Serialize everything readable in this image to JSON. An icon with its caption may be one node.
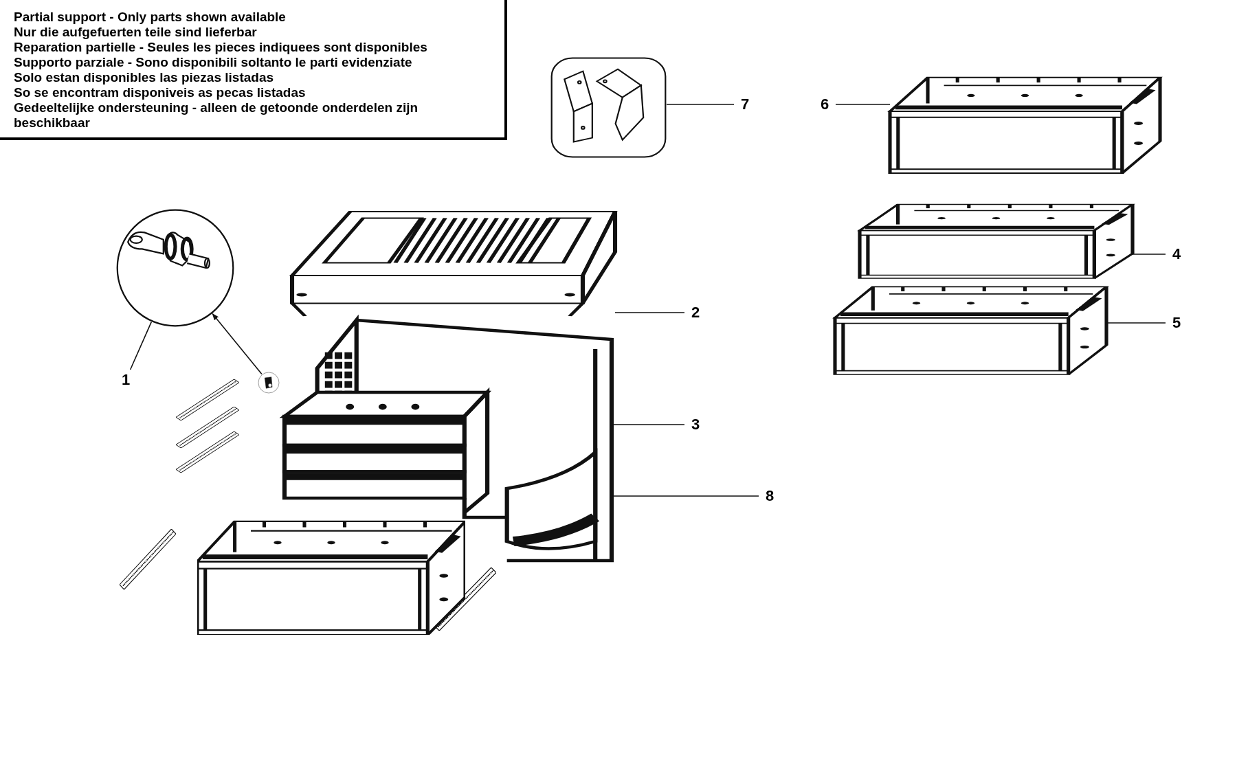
{
  "diagram": {
    "nodes": [
      {
        "text": [
          "Partial support - Only parts shown available",
          "Nur die aufgefuerten teile sind lieferbar",
          "Reparation partielle - Seules les pieces indiquees sont disponibles",
          "Supporto parziale - Sono disponibili soltanto le parti evidenziate",
          "Solo estan disponibles las piezas listadas",
          "So se encontram disponiveis as pecas listadas",
          "Gedeeltelijke ondersteuning - alleen de getoonde onderdelen zijn beschikbaar"
        ]
      },
      {
        "text": [],
        "shape": "picture"
      },
      {
        "text": [],
        "shape": "picture"
      },
      {
        "text": [],
        "shape": "picture"
      },
      {
        "text": [],
        "shape": "picture"
      },
      {
        "text": [],
        "shape": "picture"
      },
      {
        "text": [],
        "shape": "picture"
      },
      {
        "text": [],
        "shape": "picture"
      },
      {
        "text": [],
        "shape": "picture"
      },
      {
        "text": [
          "1"
        ]
      },
      {
        "text": [
          "2"
        ]
      },
      {
        "text": [
          "3"
        ]
      },
      {
        "text": [
          "4"
        ]
      },
      {
        "text": [
          "5"
        ]
      },
      {
        "text": [
          "6"
        ]
      },
      {
        "text": [
          "7"
        ]
      },
      {
        "text": [
          "8"
        ]
      }
    ],
    "edges": [
      {
        "from": 9,
        "to": 1,
        "arrow": "none"
      },
      {
        "from": 2,
        "to": 1,
        "arrow": "to"
      },
      {
        "from": 10,
        "to": 3,
        "arrow": "none"
      },
      {
        "from": 11,
        "to": 4,
        "arrow": "none"
      },
      {
        "from": 16,
        "to": 4,
        "arrow": "none"
      },
      {
        "from": 12,
        "to": 7,
        "arrow": "none"
      },
      {
        "from": 13,
        "to": 8,
        "arrow": "none"
      },
      {
        "from": 14,
        "to": 6,
        "arrow": "none"
      },
      {
        "from": 15,
        "to": 5,
        "arrow": "none"
      }
    ]
  }
}
